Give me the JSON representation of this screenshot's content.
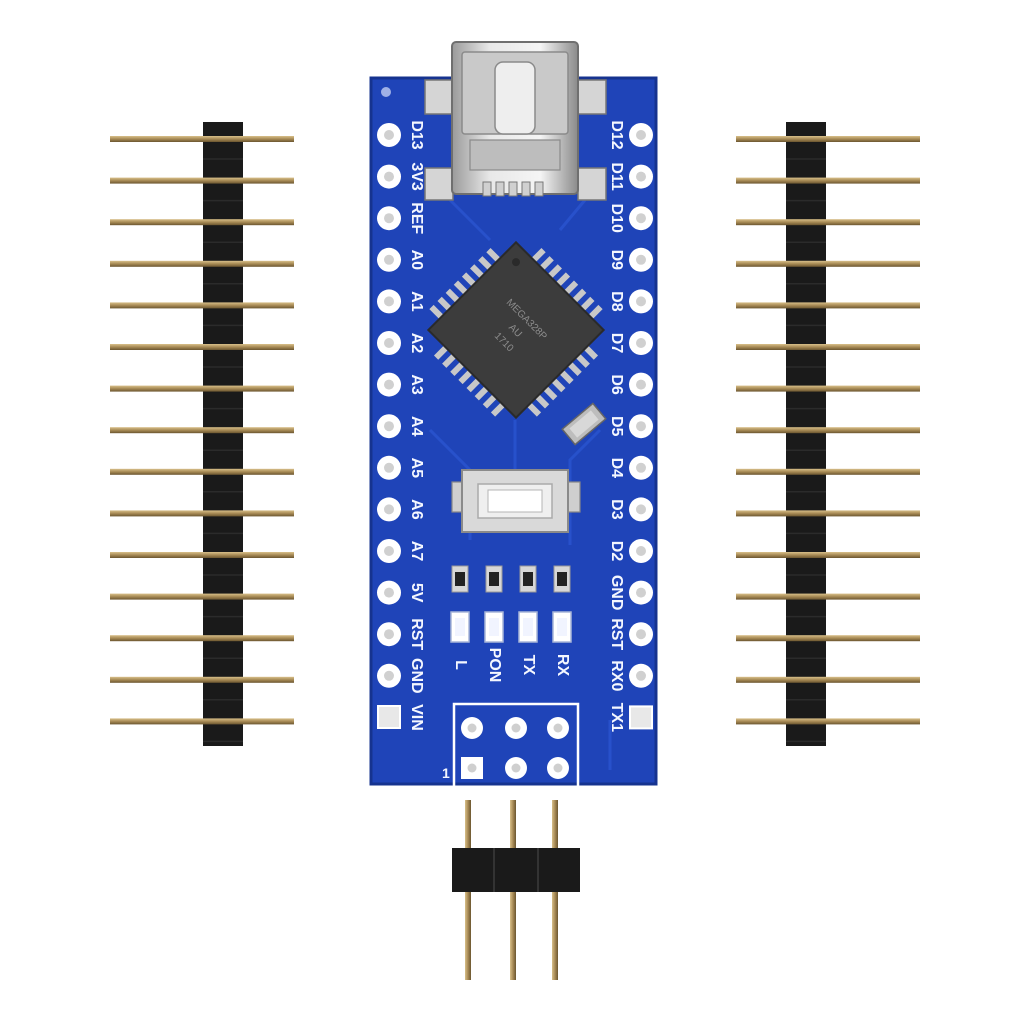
{
  "image": {
    "background": "#ffffff",
    "subject": "pcb-with-pin-headers"
  },
  "board": {
    "color": "#1f44b8",
    "left_pins": [
      "D13",
      "3V3",
      "REF",
      "A0",
      "A1",
      "A2",
      "A3",
      "A4",
      "A5",
      "A6",
      "A7",
      "5V",
      "RST",
      "GND",
      "VIN"
    ],
    "right_pins": [
      "D12",
      "D11",
      "D10",
      "D9",
      "D8",
      "D7",
      "D6",
      "D5",
      "D4",
      "D3",
      "D2",
      "GND",
      "RST",
      "RX0",
      "TX1"
    ],
    "leds": [
      "L",
      "PON",
      "TX",
      "RX"
    ],
    "icsp_label": "1",
    "chip_marking": [
      "MEGA328P",
      "AU",
      "1710"
    ]
  },
  "headers": {
    "left_count": 15,
    "right_count": 15,
    "bottom_count": 3
  }
}
